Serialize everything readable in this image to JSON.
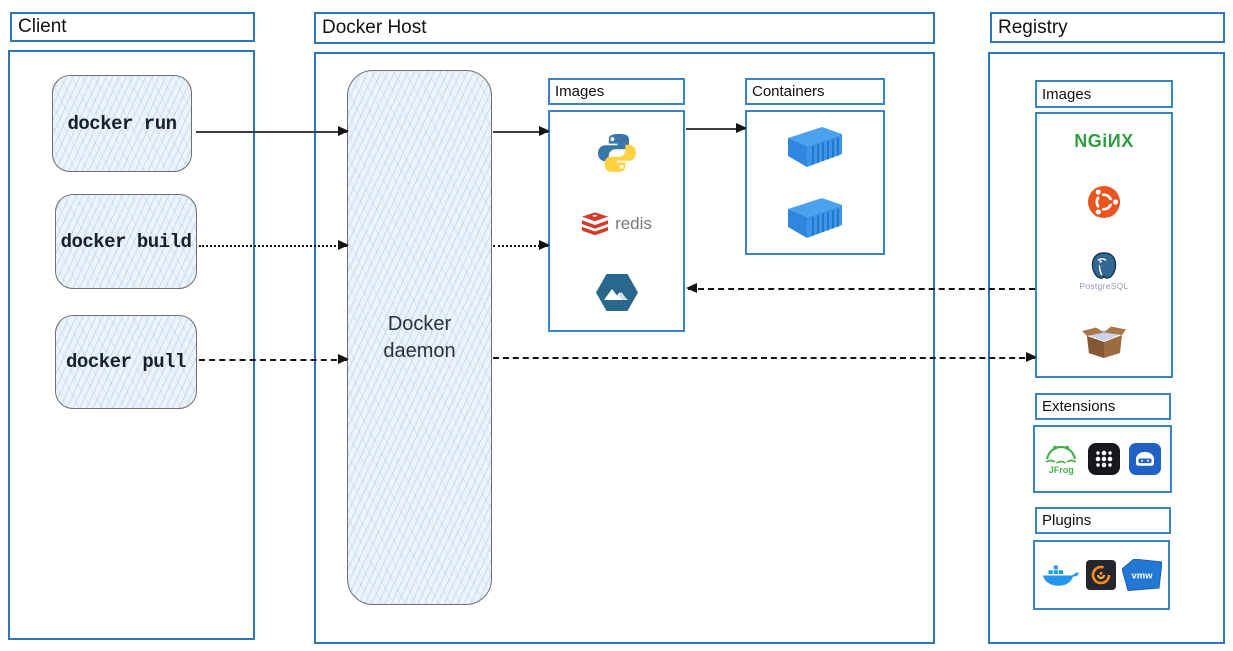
{
  "client": {
    "title": "Client",
    "commands": [
      {
        "label": "docker run"
      },
      {
        "label": "docker build"
      },
      {
        "label": "docker pull"
      }
    ]
  },
  "docker_host": {
    "title": "Docker Host",
    "daemon_label": "Docker daemon",
    "images": {
      "title": "Images",
      "icons": [
        "python-icon",
        "redis-icon",
        "alpine-icon"
      ],
      "redis_label": "redis"
    },
    "containers": {
      "title": "Containers",
      "icons": [
        "container-icon",
        "container-icon"
      ]
    }
  },
  "registry": {
    "title": "Registry",
    "images": {
      "title": "Images",
      "icons": [
        "nginx-icon",
        "ubuntu-icon",
        "postgresql-icon",
        "busybox-icon"
      ],
      "nginx_label": "NGiИX",
      "postgresql_label": "PostgreSQL"
    },
    "extensions": {
      "title": "Extensions",
      "icons": [
        "jfrog-icon",
        "app-grid-icon",
        "storage-icon"
      ],
      "jfrog_label": "JFrog"
    },
    "plugins": {
      "title": "Plugins",
      "icons": [
        "docker-whale-icon",
        "grafana-icon",
        "vmware-icon"
      ]
    }
  },
  "arrows": [
    {
      "name": "run-client-to-daemon",
      "style": "solid",
      "from": "docker run",
      "to": "Docker daemon"
    },
    {
      "name": "daemon-to-images",
      "style": "solid",
      "from": "Docker daemon",
      "to": "Images"
    },
    {
      "name": "images-to-containers",
      "style": "solid",
      "from": "Images",
      "to": "Containers"
    },
    {
      "name": "build-client-to-daemon",
      "style": "dotted",
      "from": "docker build",
      "to": "Docker daemon"
    },
    {
      "name": "daemon-to-images-build",
      "style": "dotted",
      "from": "Docker daemon",
      "to": "Images"
    },
    {
      "name": "pull-client-to-daemon",
      "style": "dashed",
      "from": "docker pull",
      "to": "Docker daemon"
    },
    {
      "name": "daemon-to-registry",
      "style": "dashed",
      "from": "Docker daemon",
      "to": "Registry Images"
    },
    {
      "name": "registry-to-images",
      "style": "dashed",
      "from": "Registry Images",
      "to": "Images"
    }
  ],
  "colors": {
    "frame_blue": "#2e75b8",
    "arrow_black": "#141414",
    "sketch_fill": "#ecf4fb",
    "container_blue": "#2e86de",
    "nginx_green": "#2f9e3f",
    "ubuntu_orange": "#e95420",
    "redis_red": "#d33a2c"
  }
}
